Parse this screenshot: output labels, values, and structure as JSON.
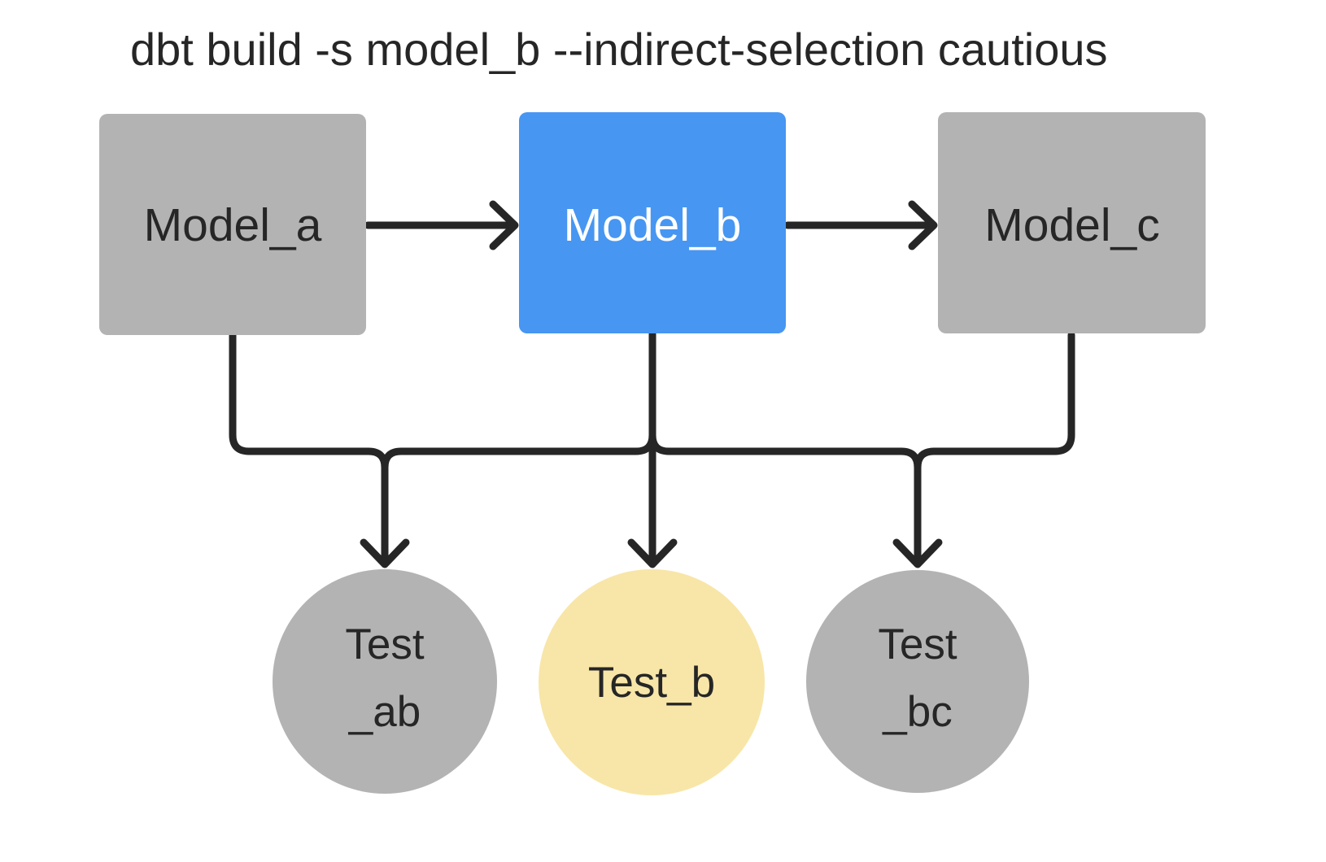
{
  "title": "dbt build -s model_b --indirect-selection cautious",
  "colors": {
    "background": "#ffffff",
    "model_unselected": "#b3b3b3",
    "model_selected": "#4796f2",
    "test_unselected": "#b3b3b3",
    "test_selected": "#f8e6a8",
    "edge": "#262626",
    "label_dark": "#262626",
    "label_light": "#ffffff"
  },
  "nodes": {
    "model_a": {
      "label": "Model_a",
      "type": "model",
      "state": "unselected"
    },
    "model_b": {
      "label": "Model_b",
      "type": "model",
      "state": "selected"
    },
    "model_c": {
      "label": "Model_c",
      "type": "model",
      "state": "unselected"
    },
    "test_ab": {
      "label": "Test_ab",
      "line1": "Test",
      "line2": "_ab",
      "type": "test",
      "state": "unselected"
    },
    "test_b": {
      "label": "Test_b",
      "line1": "Test_b",
      "type": "test",
      "state": "selected"
    },
    "test_bc": {
      "label": "Test_bc",
      "line1": "Test",
      "line2": "_bc",
      "type": "test",
      "state": "unselected"
    }
  },
  "edges": [
    {
      "from": "model_a",
      "to": "model_b"
    },
    {
      "from": "model_b",
      "to": "model_c"
    },
    {
      "from": "model_a",
      "to": "test_ab"
    },
    {
      "from": "model_b",
      "to": "test_ab"
    },
    {
      "from": "model_b",
      "to": "test_b"
    },
    {
      "from": "model_b",
      "to": "test_bc"
    },
    {
      "from": "model_c",
      "to": "test_bc"
    }
  ]
}
